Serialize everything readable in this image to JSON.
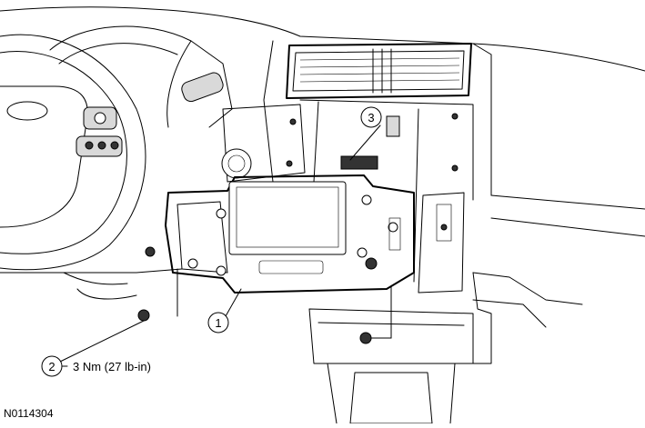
{
  "callouts": [
    {
      "id": "1",
      "label": "1"
    },
    {
      "id": "2",
      "label": "2"
    },
    {
      "id": "3",
      "label": "3"
    }
  ],
  "torque_spec": "3 Nm (27 lb-in)",
  "figure_code": "N0114304",
  "colors": {
    "line": "#000000",
    "background": "#ffffff",
    "shade": "#d9d9d9"
  }
}
